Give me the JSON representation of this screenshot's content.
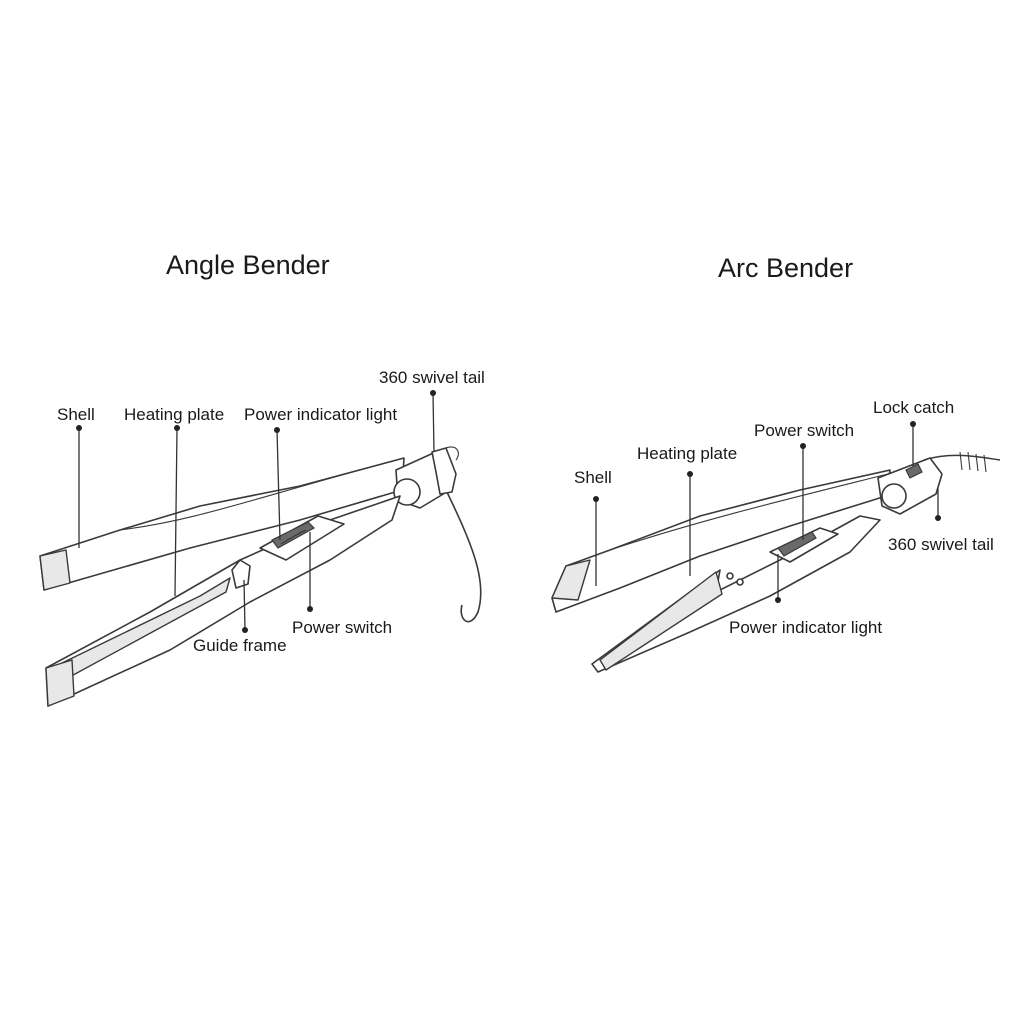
{
  "diagrams": {
    "angle_bender": {
      "title": "Angle Bender",
      "labels": {
        "shell": "Shell",
        "heating_plate": "Heating plate",
        "power_indicator_light": "Power indicator light",
        "swivel_tail": "360 swivel tail",
        "guide_frame": "Guide frame",
        "power_switch": "Power switch"
      }
    },
    "arc_bender": {
      "title": "Arc Bender",
      "labels": {
        "shell": "Shell",
        "heating_plate": "Heating plate",
        "power_switch": "Power switch",
        "lock_catch": "Lock catch",
        "swivel_tail": "360 swivel tail",
        "power_indicator_light": "Power indicator light"
      }
    }
  },
  "colors": {
    "line": "#3a3a3a",
    "text": "#1a1a1a",
    "background": "#ffffff"
  }
}
